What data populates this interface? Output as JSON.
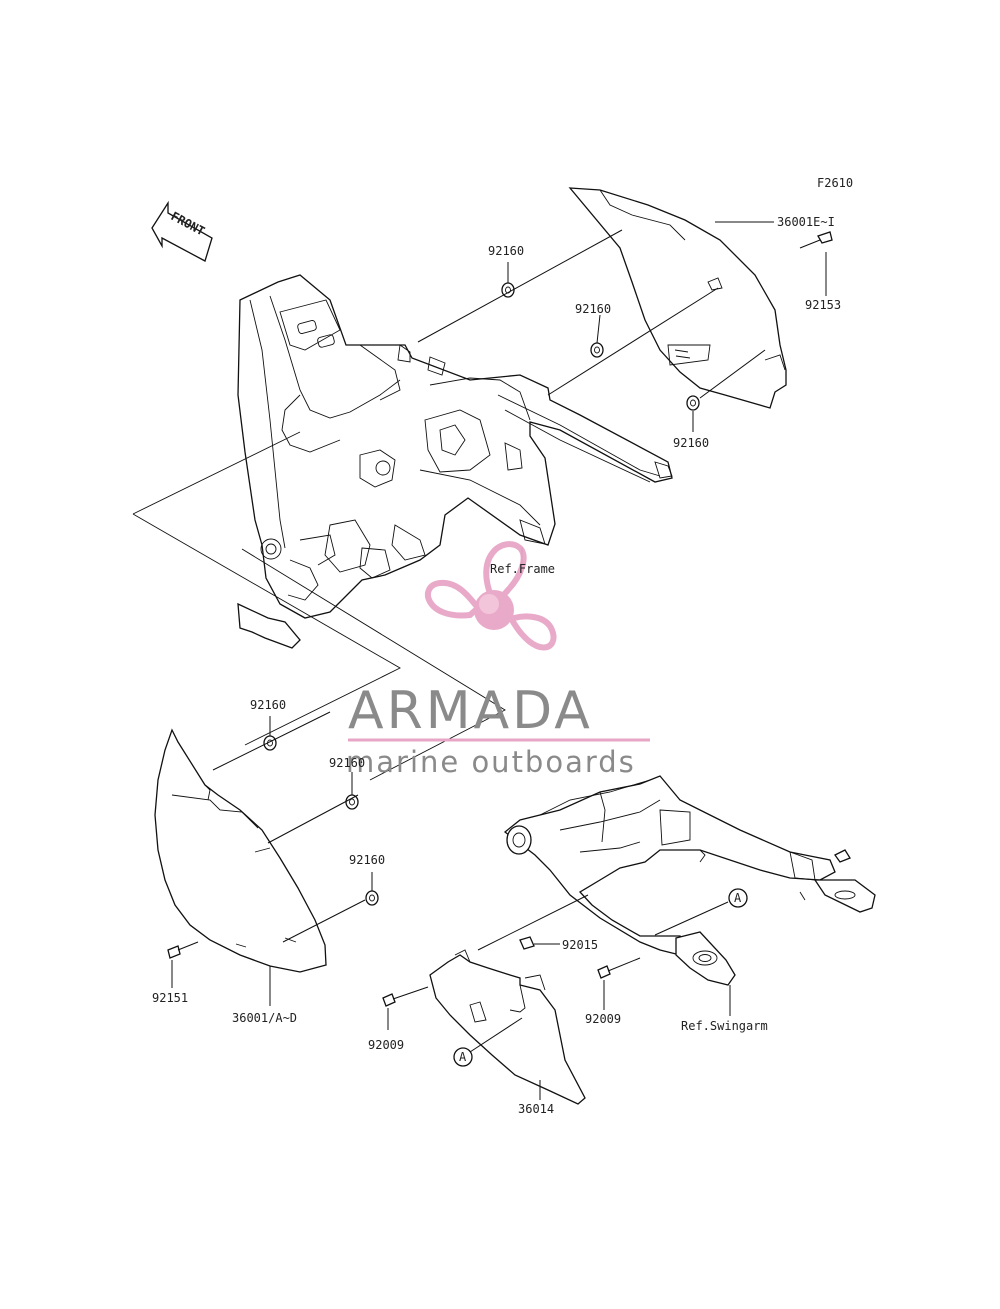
{
  "diagram": {
    "figure_code": "F2610",
    "front_label": "FRONT",
    "labels": {
      "p36001E": "36001E~I",
      "p92153": "92153",
      "p92160_a": "92160",
      "p92160_b": "92160",
      "p92160_c": "92160",
      "ref_frame": "Ref.Frame",
      "p92160_d": "92160",
      "p92160_e": "92160",
      "p92160_f": "92160",
      "p92151": "92151",
      "p36001A": "36001/A~D",
      "p92015": "92015",
      "p92009_a": "92009",
      "p92009_b": "92009",
      "ref_swingarm": "Ref.Swingarm",
      "p36014": "36014",
      "callout_a1": "A",
      "callout_a2": "A"
    }
  },
  "watermark": {
    "brand": "ARMADA",
    "tagline": "marine outboards",
    "colors": {
      "logo": "#e7a6c6",
      "logo_center": "#f3c2d9",
      "text": "#8a8a8a"
    }
  }
}
